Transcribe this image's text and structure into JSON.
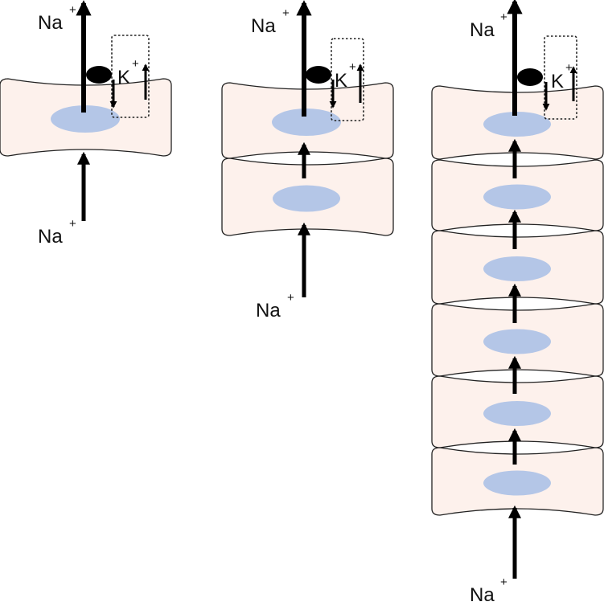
{
  "colors": {
    "cell_fill": "#fdf1ec",
    "cell_outline": "#222222",
    "nucleus_fill": "#b4c6e7",
    "arrow": "#000000",
    "pump": "#000000"
  },
  "labels": {
    "sodium": "Na",
    "sodium_charge": "+",
    "potassium": "K",
    "potassium_charge": "+"
  },
  "panels": [
    {
      "cell_count": 1
    },
    {
      "cell_count": 2
    },
    {
      "cell_count": 6
    }
  ]
}
